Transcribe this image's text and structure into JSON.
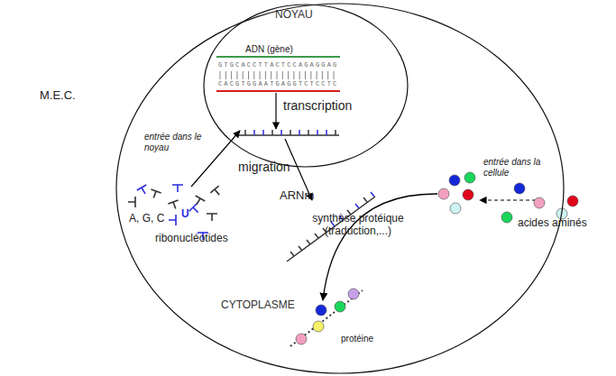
{
  "diagram": {
    "nodes": [
      {
        "text": [
          "CYTOPLASME"
        ]
      },
      {
        "text": [
          "NOYAU"
        ],
        "in": 0
      }
    ],
    "labels": [
      "M.E.C.",
      "ADN (gène)",
      "GTGCACCTTACTCCAGAGGAG",
      "CACGTGGAATGAGGTCTCCTC",
      "transcription",
      "entrée dans le noyau",
      "migration",
      "ARNm",
      "A, G, C",
      "U",
      "ribonucléotides",
      "synthèse protéique (traduction,...)",
      "entrée dans la cellule",
      "acides aminés",
      "protéine"
    ]
  }
}
